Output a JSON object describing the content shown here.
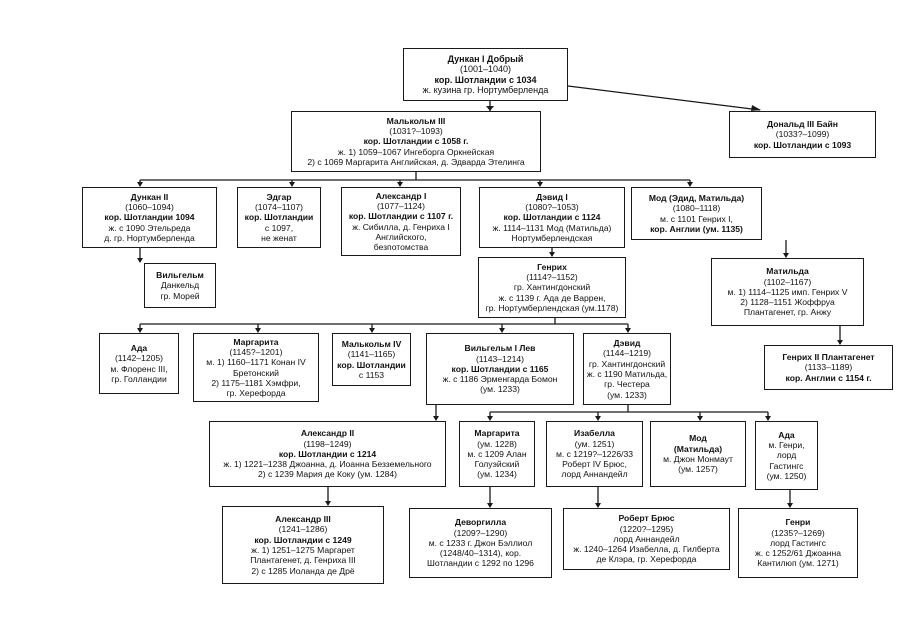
{
  "nodes": {
    "duncan1": {
      "lines": [
        {
          "t": "Дункан I Добрый",
          "b": true
        },
        {
          "t": "(1001–1040)"
        },
        {
          "t": "кор. Шотландии  с 1034",
          "b": true
        },
        {
          "t": "ж. кузина гр. Нортумберленда"
        }
      ]
    },
    "donald3": {
      "lines": [
        {
          "t": "Дональд III Байн",
          "b": true
        },
        {
          "t": "(1033?–1099)"
        },
        {
          "t": "кор. Шотландии  с 1093",
          "b": true
        }
      ]
    },
    "malcolm3": {
      "lines": [
        {
          "t": "Малькольм III",
          "b": true
        },
        {
          "t": "(1031?–1093)"
        },
        {
          "t": "кор. Шотландии  с 1058 г.",
          "b": true
        },
        {
          "t": "ж. 1) 1059–1067  Ингеборга Оркнейская"
        },
        {
          "t": "2) с 1069  Маргарита Английская, д. Эдварда Этелинга"
        }
      ]
    },
    "duncan2": {
      "lines": [
        {
          "t": "Дункан II",
          "b": true
        },
        {
          "t": "(1060–1094)"
        },
        {
          "t": "кор. Шотландии 1094",
          "b": true
        },
        {
          "t": "ж. с 1090 Этельреда"
        },
        {
          "t": "д. гр. Нортумберленда"
        }
      ]
    },
    "edgar": {
      "lines": [
        {
          "t": "Эдгар",
          "b": true
        },
        {
          "t": "(1074–1107)"
        },
        {
          "t": "кор. Шотландии",
          "b": true
        },
        {
          "t": "с 1097,"
        },
        {
          "t": "не женат"
        }
      ]
    },
    "alexander1": {
      "lines": [
        {
          "t": "Александр I",
          "b": true
        },
        {
          "t": "(1077–1124)"
        },
        {
          "t": "кор. Шотландии  с 1107 г.",
          "b": true
        },
        {
          "t": "ж. Сибилла, д. Генриха I"
        },
        {
          "t": "Английского,"
        },
        {
          "t": "безпотомства"
        }
      ]
    },
    "david1": {
      "lines": [
        {
          "t": "Дэвид I",
          "b": true
        },
        {
          "t": "(1080?–1053)"
        },
        {
          "t": "кор. Шотландии с 1124",
          "b": true
        },
        {
          "t": "ж. 1114–1131  Мод (Матильда)"
        },
        {
          "t": "Нортумберлендская"
        }
      ]
    },
    "maud": {
      "lines": [
        {
          "t": "Мод (Эдид, Матильда)",
          "b": true
        },
        {
          "t": "(1080–1118)"
        },
        {
          "t": "м. с 1101 Генрих I,"
        },
        {
          "t": "кор. Англии (ум. 1135)",
          "b": true
        }
      ]
    },
    "william_dk": {
      "lines": [
        {
          "t": "Вильгельм",
          "b": true
        },
        {
          "t": "Данкельд"
        },
        {
          "t": "гр. Морей"
        }
      ]
    },
    "henry": {
      "lines": [
        {
          "t": "Генрих",
          "b": true
        },
        {
          "t": "(1114?–1152)"
        },
        {
          "t": "гр. Хантингдонский"
        },
        {
          "t": "ж. с 1139 г. Ада де Варрен,"
        },
        {
          "t": "гр. Нортумберлендская (ум.1178)"
        }
      ]
    },
    "matilda": {
      "lines": [
        {
          "t": "Матильда",
          "b": true
        },
        {
          "t": "(1102–1167)"
        },
        {
          "t": "м. 1) 1114–1125  имп. Генрих V"
        },
        {
          "t": "2) 1128–1151  Жоффруа"
        },
        {
          "t": "Плантагенет, гр. Анжу"
        }
      ]
    },
    "ada1": {
      "lines": [
        {
          "t": "Ада",
          "b": true
        },
        {
          "t": "(1142–1205)"
        },
        {
          "t": "м. Флоренс III,"
        },
        {
          "t": "гр. Голландии"
        }
      ]
    },
    "margaret1": {
      "lines": [
        {
          "t": "Маргарита",
          "b": true
        },
        {
          "t": "(1145?–1201)"
        },
        {
          "t": "м. 1) 1160–1171 Конан IV"
        },
        {
          "t": "Бретонский"
        },
        {
          "t": "2) 1175–1181 Хэмфри,"
        },
        {
          "t": "гр. Херефорда"
        }
      ]
    },
    "malcolm4": {
      "lines": [
        {
          "t": "Малькольм IV",
          "b": true
        },
        {
          "t": "(1141–1165)"
        },
        {
          "t": "кор. Шотландии",
          "b": true
        },
        {
          "t": "с 1153"
        }
      ]
    },
    "william1": {
      "lines": [
        {
          "t": "Вильгельм I Лев",
          "b": true
        },
        {
          "t": "(1143–1214)"
        },
        {
          "t": "кор. Шотландии  с 1165",
          "b": true
        },
        {
          "t": "ж. с 1186  Эрменгарда Бомон"
        },
        {
          "t": "(ум. 1233)"
        }
      ]
    },
    "david_h": {
      "lines": [
        {
          "t": "Дэвид",
          "b": true
        },
        {
          "t": "(1144–1219)"
        },
        {
          "t": "гр. Хантингдонский"
        },
        {
          "t": "ж. с 1190 Матильда,"
        },
        {
          "t": "гр. Честера"
        },
        {
          "t": "(ум. 1233)"
        }
      ]
    },
    "henry2": {
      "lines": [
        {
          "t": "Генрих II Плантагенет",
          "b": true
        },
        {
          "t": "(1133–1189)"
        },
        {
          "t": "кор. Англии  с 1154 г.",
          "b": true
        }
      ]
    },
    "alexander2": {
      "lines": [
        {
          "t": "Александр II",
          "b": true
        },
        {
          "t": "(1198–1249)"
        },
        {
          "t": "кор. Шотландии с 1214",
          "b": true
        },
        {
          "t": "ж. 1) 1221–1238  Джоанна, д. Иоанна Безземельного"
        },
        {
          "t": "2) с 1239  Мария де Коку  (ум. 1284)"
        }
      ]
    },
    "margaret2": {
      "lines": [
        {
          "t": "Маргарита",
          "b": true
        },
        {
          "t": "(ум. 1228)"
        },
        {
          "t": "м. с 1209 Алан"
        },
        {
          "t": "Голуэйский"
        },
        {
          "t": "(ум. 1234)"
        }
      ]
    },
    "isabella": {
      "lines": [
        {
          "t": "Изабелла",
          "b": true
        },
        {
          "t": "(ум. 1251)"
        },
        {
          "t": "м. с 1219?–1226/33"
        },
        {
          "t": "Роберт IV  Брюс,"
        },
        {
          "t": "лорд Аннандейл"
        }
      ]
    },
    "maud2": {
      "lines": [
        {
          "t": "Мод",
          "b": true
        },
        {
          "t": "(Матильда)",
          "b": true
        },
        {
          "t": "м. Джон Монмаут"
        },
        {
          "t": "(ум. 1257)"
        }
      ]
    },
    "ada2": {
      "lines": [
        {
          "t": "Ада",
          "b": true
        },
        {
          "t": "м. Генри,"
        },
        {
          "t": "лорд"
        },
        {
          "t": "Гастингс"
        },
        {
          "t": "(ум. 1250)"
        }
      ]
    },
    "alexander3": {
      "lines": [
        {
          "t": "Александр III",
          "b": true
        },
        {
          "t": "(1241–1286)"
        },
        {
          "t": "кор. Шотландии с 1249",
          "b": true
        },
        {
          "t": "ж. 1) 1251–1275 Маргарет"
        },
        {
          "t": "Плантагенет, д. Генриха III"
        },
        {
          "t": "2) с 1285 Иоланда де Дрё"
        }
      ]
    },
    "dervorguilla": {
      "lines": [
        {
          "t": "Деворгилла",
          "b": true
        },
        {
          "t": "(1209?–1290)"
        },
        {
          "t": "м. с 1233 г. Джон Бэллиол"
        },
        {
          "t": "(1248/40–1314), кор."
        },
        {
          "t": "Шотландии с 1292 по 1296"
        }
      ]
    },
    "robert_bruce": {
      "lines": [
        {
          "t": "Роберт Брюс",
          "b": true
        },
        {
          "t": "(1220?–1295)"
        },
        {
          "t": "лорд Аннандейл"
        },
        {
          "t": "ж. 1240–1264 Изабелла, д. Гилберта"
        },
        {
          "t": "де Клэра, гр. Херефорда"
        }
      ]
    },
    "henry_h": {
      "lines": [
        {
          "t": "Генри",
          "b": true
        },
        {
          "t": "(1235?–1269)"
        },
        {
          "t": "лорд Гастингс"
        },
        {
          "t": "ж. с 1252/61 Джоанна"
        },
        {
          "t": "Кантилюп (ум. 1271)"
        }
      ]
    }
  }
}
